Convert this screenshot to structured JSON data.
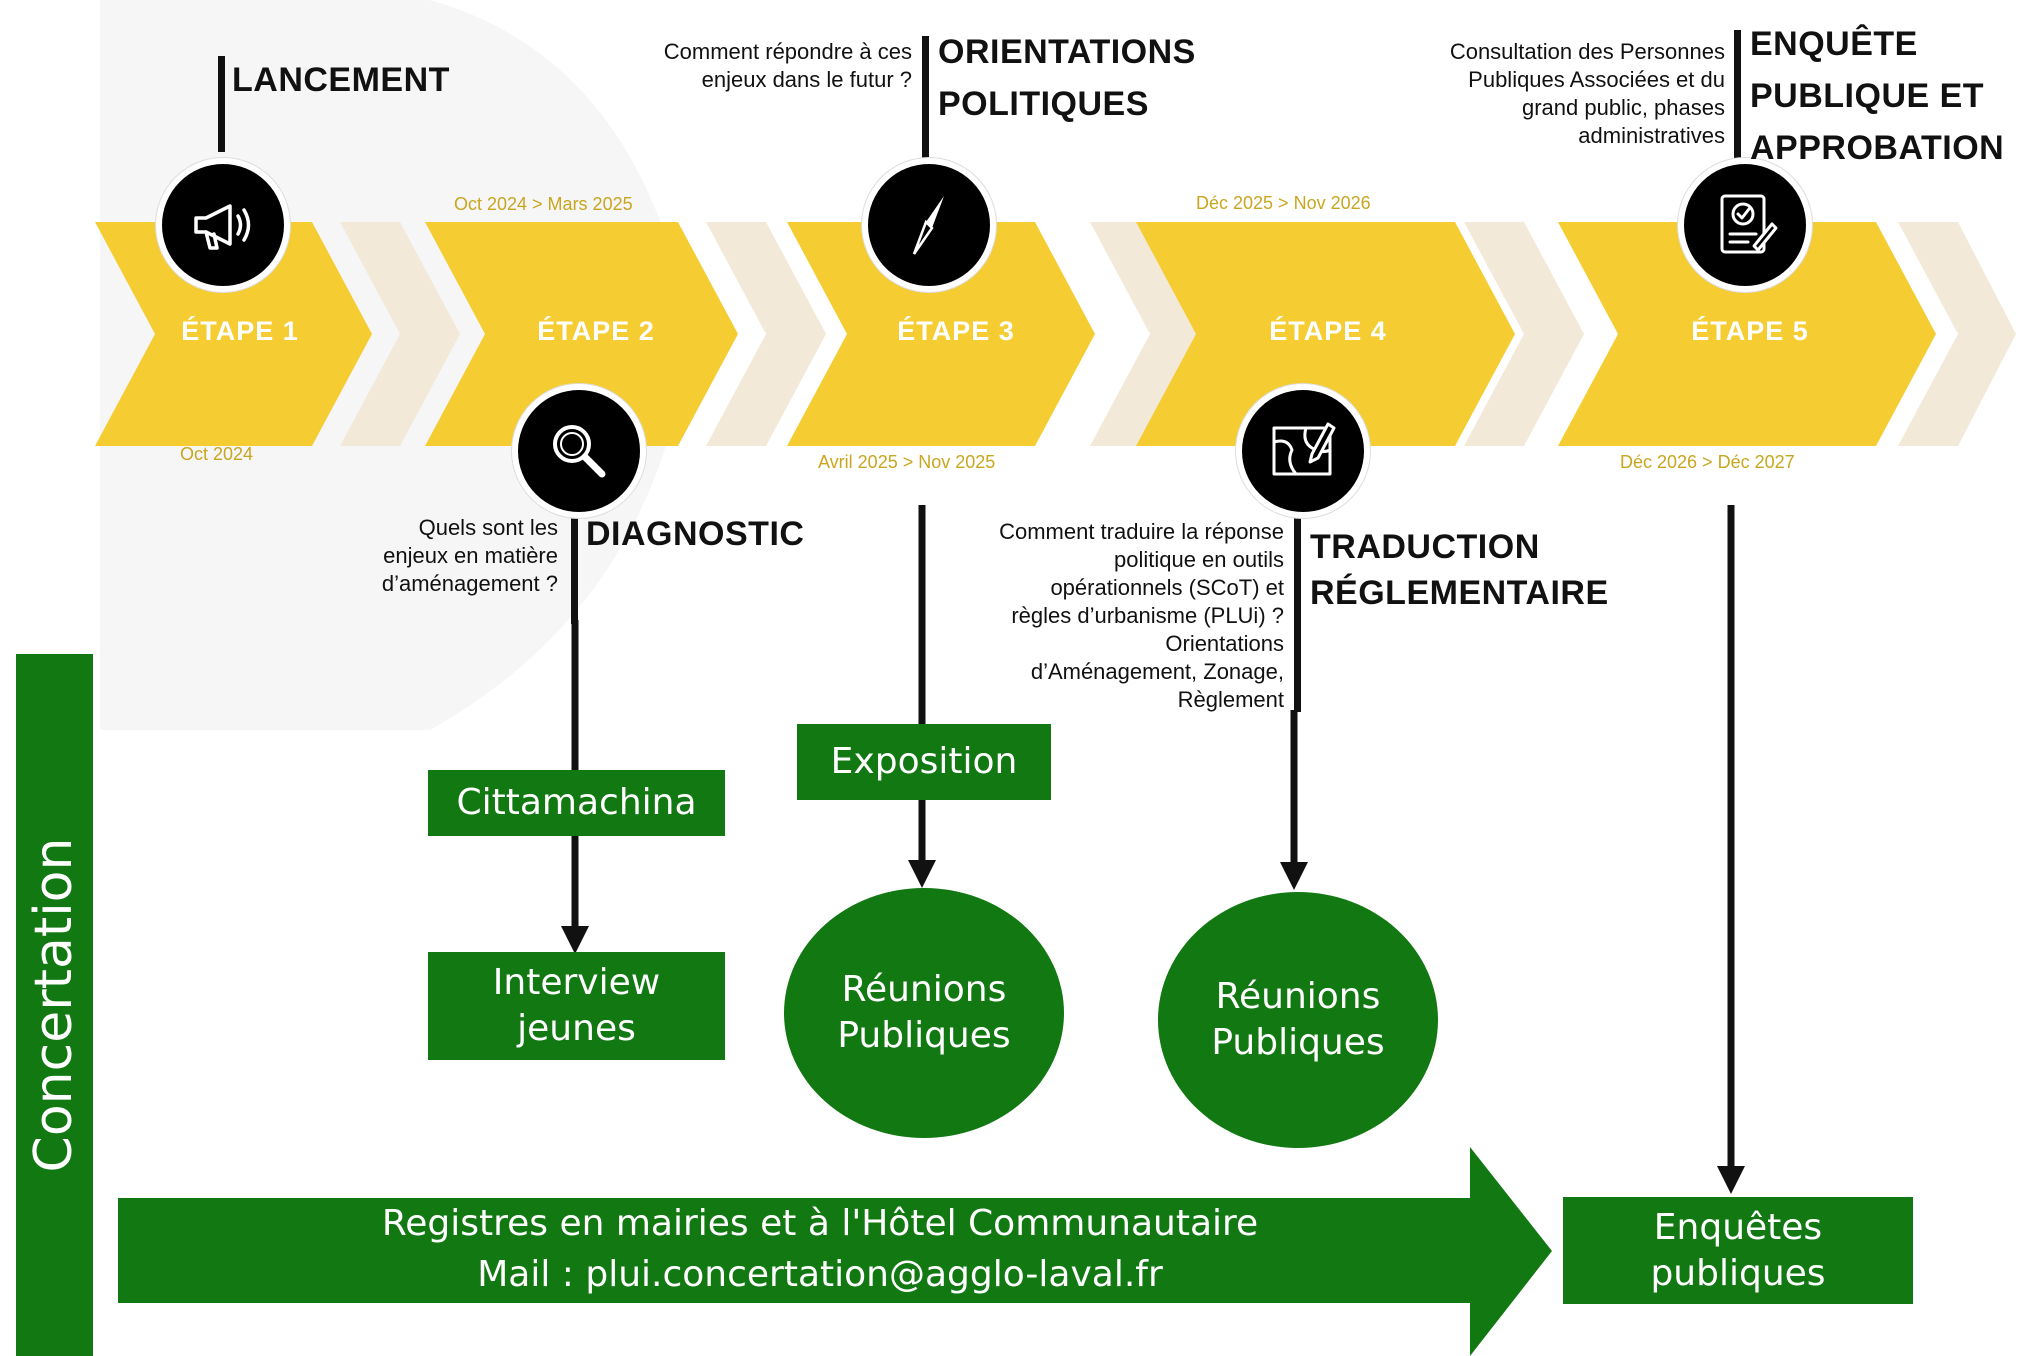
{
  "colors": {
    "chevron": "#f5cd32",
    "chevron_light": "#f2e9d8",
    "green": "#127812",
    "date_text": "#c9a620"
  },
  "etapes": [
    {
      "label": "ÉTAPE 1",
      "title": "LANCEMENT",
      "date": "Oct 2024",
      "icon": "megaphone-icon"
    },
    {
      "label": "ÉTAPE 2",
      "title": "DIAGNOSTIC",
      "date": "Oct 2024 > Mars 2025",
      "question": "Quels sont les\nenjeux en matière\nd’aménagement ?",
      "icon": "magnifier-icon"
    },
    {
      "label": "ÉTAPE 3",
      "title": "ORIENTATIONS\nPOLITIQUES",
      "date": "Avril 2025 > Nov 2025",
      "question": "Comment répondre à ces\nenjeux dans le futur ?",
      "icon": "compass-icon"
    },
    {
      "label": "ÉTAPE 4",
      "title": "TRADUCTION\nRÉGLEMENTAIRE",
      "date": "Déc 2025 > Nov 2026",
      "question": "Comment traduire la réponse\npolitique en outils\nopérationnels (SCoT) et\nrègles d’urbanisme (PLUi) ?\nOrientations\nd’Aménagement, Zonage,\nRèglement",
      "icon": "map-edit-icon"
    },
    {
      "label": "ÉTAPE 5",
      "title": "ENQUÊTE\nPUBLIQUE ET\nAPPROBATION",
      "date": "Déc 2026 > Déc 2027",
      "question": "Consultation des Personnes\nPubliques Associées et du\ngrand public, phases\nadministratives",
      "icon": "approval-document-icon"
    }
  ],
  "concertation": {
    "label": "Concertation",
    "cittamachina": "Cittamachina",
    "interview": "Interview\njeunes",
    "exposition": "Exposition",
    "reunions_1": "Réunions\nPubliques",
    "reunions_2": "Réunions\nPubliques",
    "registres_line1": "Registres en mairies et à l'Hôtel Communautaire",
    "registres_line2": "Mail : plui.concertation@agglo-laval.fr",
    "enquetes": "Enquêtes\npubliques"
  }
}
